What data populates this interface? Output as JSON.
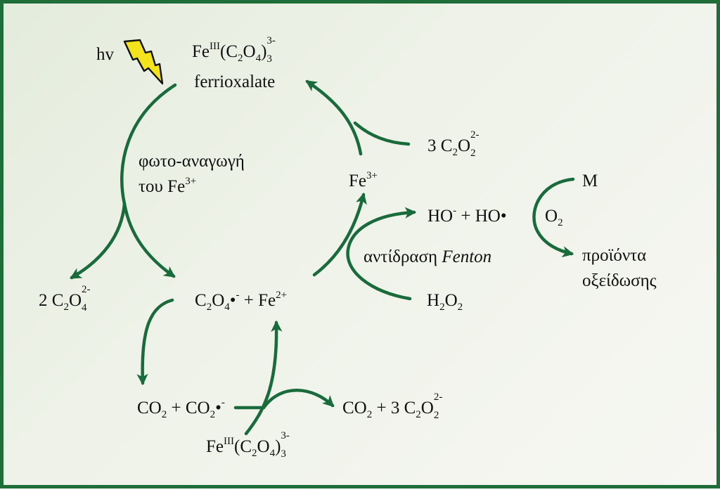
{
  "colors": {
    "arrow": "#1a6b3c",
    "border": "#1f6e3a",
    "lightning": "#f2e31c"
  },
  "icons": {
    "light": "lightning-bolt-icon"
  },
  "labels": {
    "hv": "hv",
    "ferrioxalate_top": {
      "fe": "Fe",
      "ox": "III",
      "paren": "(C",
      "c_sub": "2",
      "o": "O",
      "o_sub": "4",
      "close": ")",
      "sub3": "3",
      "charge": "3-"
    },
    "ferrioxalate_name": "ferrioxalate",
    "photoreduction_line1": "φωτο-αναγωγή",
    "photoreduction_line2": {
      "text": "του Fe",
      "charge": "3+"
    },
    "three_c2o2": {
      "coef": "3 C",
      "c_sub": "2",
      "o": "O",
      "o_sub": "2",
      "charge": "2-"
    },
    "fe3": {
      "text": "Fe",
      "charge": "3+"
    },
    "two_c2o4": {
      "coef": "2 C",
      "c_sub": "2",
      "o": "O",
      "o_sub": "4",
      "charge": "2-"
    },
    "c2o4_fe2": {
      "c": "C",
      "c_sub": "2",
      "o": "O",
      "o_sub": "4",
      "rad": "•",
      "rad_charge": "-",
      "plus": " + Fe",
      "charge": "2+"
    },
    "hydroxyl": {
      "ho1": "HO",
      "charge1": "-",
      "plus": " + HO",
      "rad": "•"
    },
    "fenton": {
      "text": "αντίδραση ",
      "name": "Fenton"
    },
    "h2o2": {
      "h": "H",
      "h_sub": "2",
      "o": "O",
      "o_sub": "2"
    },
    "m": "M",
    "o2": {
      "o": "O",
      "sub": "2"
    },
    "products_line1": "προϊόντα",
    "products_line2": "οξείδωσης",
    "co2_co2rad": {
      "a": "CO",
      "a_sub": "2",
      "plus": " + CO",
      "b_sub": "2",
      "rad": "•",
      "charge": "-"
    },
    "co2_3c2o2": {
      "a": "CO",
      "a_sub": "2",
      "plus": " + 3 C",
      "c_sub": "2",
      "o": "O",
      "o_sub": "2",
      "charge": "2-"
    },
    "ferrioxalate_bottom": {
      "fe": "Fe",
      "ox": "III",
      "paren": "(C",
      "c_sub": "2",
      "o": "O",
      "o_sub": "4",
      "close": ")",
      "sub3": "3",
      "charge": "3-"
    }
  }
}
